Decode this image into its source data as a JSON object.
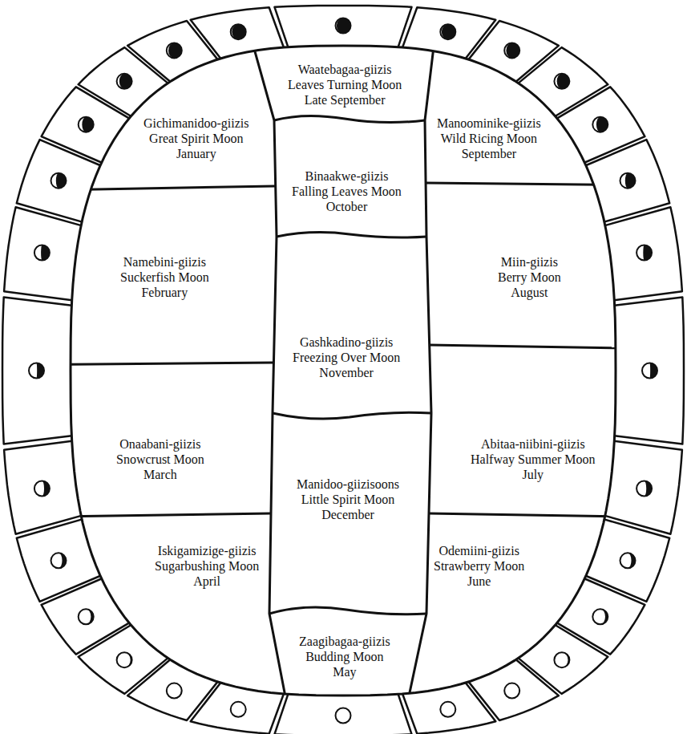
{
  "diagram": {
    "nodes": [
      {
        "text": [
          "Waatebagaa-giizis",
          "Leaves Turning Moon",
          "Late September"
        ]
      },
      {
        "text": [
          "Gichimanidoo-giizis",
          "Great Spirit Moon",
          "January"
        ]
      },
      {
        "text": [
          "Manoominike-giizis",
          "Wild Ricing Moon",
          "September"
        ]
      },
      {
        "text": [
          "Binaakwe-giizis",
          "Falling Leaves Moon",
          "October"
        ]
      },
      {
        "text": [
          "Namebini-giizis",
          "Suckerfish Moon",
          "February"
        ]
      },
      {
        "text": [
          "Miin-giizis",
          "Berry Moon",
          "August"
        ]
      },
      {
        "text": [
          "Gashkadino-giizis",
          "Freezing Over Moon",
          "November"
        ]
      },
      {
        "text": [
          "Onaabani-giizis",
          "Snowcrust Moon",
          "March"
        ]
      },
      {
        "text": [
          "Abitaa-niibini-giizis",
          "Halfway Summer Moon",
          "July"
        ]
      },
      {
        "text": [
          "Manidoo-giizisoons",
          "Little Spirit Moon",
          "December"
        ]
      },
      {
        "text": [
          "Iskigamizige-giizis",
          "Sugarbushing Moon",
          "April"
        ]
      },
      {
        "text": [
          "Odemiini-giizis",
          "Strawberry Moon",
          "June"
        ]
      },
      {
        "text": [
          "Zaagibagaa-giizis",
          "Budding Moon",
          "May"
        ]
      }
    ]
  }
}
